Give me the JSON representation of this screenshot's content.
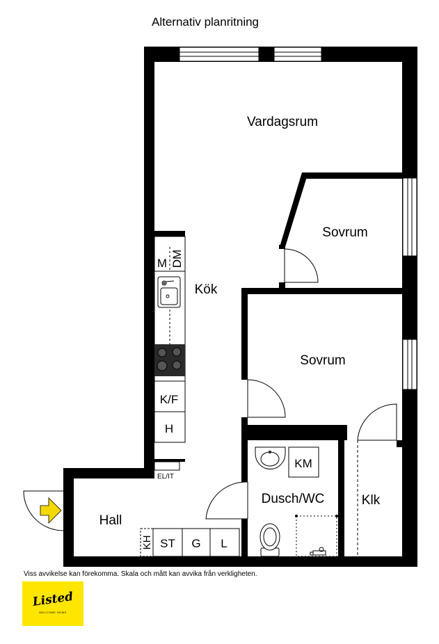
{
  "title": "Alternativ planritning",
  "rooms": {
    "vardagsrum": "Vardagsrum",
    "sovrum_1": "Sovrum",
    "sovrum_2": "Sovrum",
    "kok": "Kök",
    "hall": "Hall",
    "dusch_wc": "Dusch/WC",
    "klk": "Klk"
  },
  "fixtures": {
    "m": "M",
    "dm": "DM",
    "kf": "K/F",
    "h": "H",
    "el_it": "EL/IT",
    "km": "KM",
    "kh": "KH",
    "st": "ST",
    "g": "G",
    "l": "L"
  },
  "disclaimer": "Viss avvikelse kan förekomma. Skala och mått kan avvika från verkligheten.",
  "logo": {
    "text": "Listed",
    "tagline": "WELCOME HOME",
    "color": "#ffe600"
  },
  "colors": {
    "wall": "#000000",
    "entry_arrow": "#f5d800"
  },
  "icons": {
    "entrance": "entrance-arrow-icon",
    "sink": "sink-icon",
    "stove": "stove-icon",
    "washbasin": "washbasin-icon",
    "toilet": "toilet-icon",
    "shower_mixer": "shower-mixer-icon"
  }
}
